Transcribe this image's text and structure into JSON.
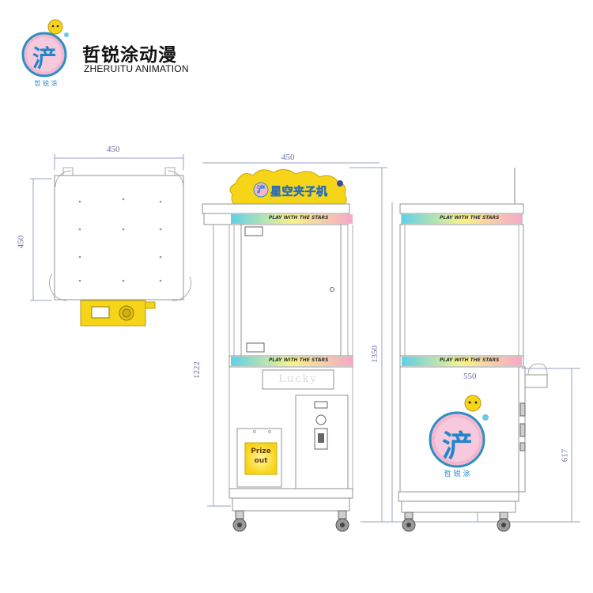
{
  "brand": {
    "name_cn": "哲锐涂动漫",
    "name_en": "ZHERUITU ANIMATION",
    "logo_glyph": "浐",
    "logo_sub": "哲 锐 涂"
  },
  "dimensions": {
    "top_view_width": "450",
    "top_view_depth": "450",
    "front_width": "450",
    "front_height": "1222",
    "side_height": "1350",
    "side_width": "550",
    "side_lower_height": "617"
  },
  "machine": {
    "title_cn": "星空夹子机",
    "title_glyph": "浐",
    "banner_text": "PLAY WITH THE STARS",
    "lucky_text": "Lucky",
    "prize_line1": "Prize",
    "prize_line2": "out",
    "side_logo_glyph": "浐",
    "side_logo_sub": "哲 锐 涂"
  },
  "colors": {
    "outline": "#9aa29a",
    "yellow": "#f6d417",
    "pink": "#f4b6cf",
    "cyan": "#5fd0e6",
    "dim_text": "#6a6fa6"
  }
}
